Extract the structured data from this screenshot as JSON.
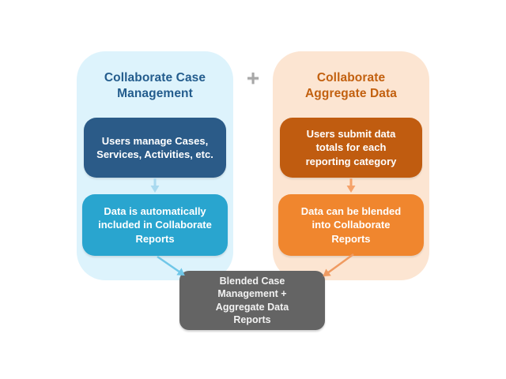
{
  "diagram": {
    "plus_sign": "+",
    "plus_color": "#a7a7a7",
    "left_panel": {
      "title": "Collaborate Case\nManagement",
      "title_color": "#235c8d",
      "background": "#ddf3fc",
      "steps": [
        {
          "text": "Users manage Cases,\nServices, Activities, etc.",
          "background": "#2b5b88"
        },
        {
          "text": "Data is automatically\nincluded in Collaborate\nReports",
          "background": "#29a5cf"
        }
      ],
      "down_arrow_color": "#a9d9ef",
      "merge_arrow_color": "#70c7e8"
    },
    "right_panel": {
      "title": "Collaborate\nAggregate Data",
      "title_color": "#c2600f",
      "background": "#fce5d2",
      "steps": [
        {
          "text": "Users submit data\ntotals for each\nreporting category",
          "background": "#c05c10"
        },
        {
          "text": "Data can be blended\ninto Collaborate\nReports",
          "background": "#f0862e"
        }
      ],
      "down_arrow_color": "#f5a269",
      "merge_arrow_color": "#f09b61"
    },
    "result_box": {
      "text": "Blended Case\nManagement +\nAggregate Data\nReports",
      "background": "#646464"
    }
  }
}
